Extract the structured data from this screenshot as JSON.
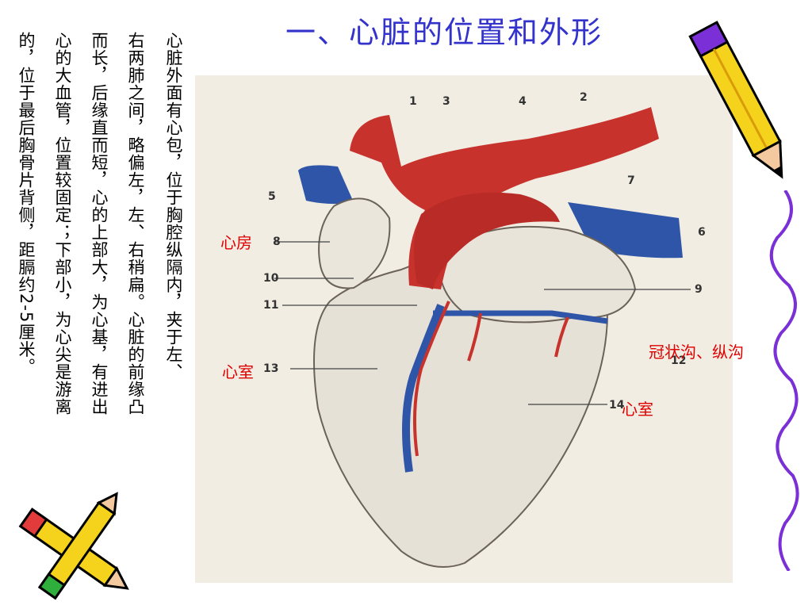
{
  "slide": {
    "title": "一、心脏的位置和外形",
    "paragraph_columns": [
      "心脏外面有心包，位于胸腔纵隔内，夹于左、",
      "右两肺之间，略偏左，左、右稍扁。心脏的前缘凸",
      "而长，后缘直而短，心的上部大，为心基，有进出",
      "心的大血管，位置较固定；下部小，为心尖是游离",
      "的，位于最后胸骨片背侧，距膈约2-5厘米。"
    ]
  },
  "figure": {
    "labels": {
      "atrium": "心房",
      "ventricle_left": "心室",
      "groove": "冠状沟、纵沟",
      "ventricle_right": "心室"
    },
    "numbers": [
      "1",
      "2",
      "3",
      "4",
      "5",
      "6",
      "7",
      "8",
      "9",
      "10",
      "11",
      "12",
      "13",
      "14"
    ]
  },
  "colors": {
    "title": "#3333cc",
    "label_red": "#e00000",
    "artery": "#c8322d",
    "vein": "#2f55a8",
    "muscle": "#e6e1d6",
    "figure_bg": "#f1ede3",
    "squiggle": "#7b2fd6"
  },
  "icons": [
    "pencil-top-right",
    "pencils-bottom-left",
    "squiggle-line-right"
  ]
}
